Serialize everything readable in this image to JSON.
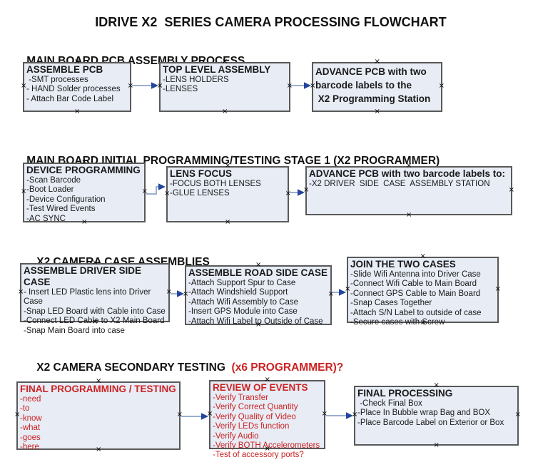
{
  "colors": {
    "red": "#cc2222",
    "box_fill": "#e7ecf5",
    "box_border": "#595959",
    "arrow_line": "#8ba2c9",
    "arrow_head": "#24459c"
  },
  "icons": {
    "anchor_x": "×",
    "flow_arrow": "right-arrow"
  },
  "title": "IDRIVE X2  SERIES CAMERA PROCESSING FLOWCHART",
  "sections": [
    {
      "header": "MAIN BOARD PCB ASSEMBLY PROCESS",
      "boxes": [
        {
          "title": "ASSEMBLE PCB",
          "items": [
            " -SMT processes",
            "- HAND Solder processes",
            "- Attach Bar Code Label"
          ]
        },
        {
          "title": "TOP LEVEL ASSEMBLY",
          "items": [
            "-LENS HOLDERS",
            "-LENSES"
          ]
        },
        {
          "title": "ADVANCE PCB with two\nbarcode labels to the\n X2 Programming Station",
          "items": []
        }
      ]
    },
    {
      "header": "MAIN BOARD INITIAL PROGRAMMING/TESTING STAGE 1 (X2 PROGRAMMER)",
      "boxes": [
        {
          "title": "DEVICE PROGRAMMING",
          "items": [
            "-Scan Barcode",
            "-Boot Loader",
            "-Device Configuration",
            "-Test Wired Events",
            "-AC SYNC"
          ]
        },
        {
          "title": "LENS FOCUS",
          "items": [
            "-FOCUS BOTH LENSES",
            "-GLUE LENSES"
          ]
        },
        {
          "title": "ADVANCE PCB with two barcode labels to:",
          "items": [
            "-X2 DRIVER  SIDE  CASE  ASSEMBLY STATION"
          ]
        }
      ]
    },
    {
      "header": "X2 CAMERA CASE ASSEMBLIES",
      "boxes": [
        {
          "title": "ASSEMBLE DRIVER SIDE CASE",
          "items": [
            "- Insert LED Plastic lens into Driver Case",
            "-Snap LED Board with Cable into Case",
            "-Connect LED Cable to X2 Main Board",
            "-Snap Main Board into case"
          ]
        },
        {
          "title": "ASSEMBLE ROAD SIDE CASE",
          "items": [
            "-Attach Support Spur to Case",
            "-Attach Windshield Support",
            "-Attach Wifi Assembly to Case",
            "-Insert GPS Module into Case",
            "-Attach Wifi Label to Outside of Case"
          ]
        },
        {
          "title": "JOIN THE TWO CASES",
          "items": [
            "-Slide Wifi Antenna into Driver Case",
            "-Connect Wifi Cable to Main Board",
            "-Connect GPS Cable to Main Board",
            "-Snap Cases Together",
            "-Attach S/N Label to outside of case",
            "-Secure cases with Screw"
          ]
        }
      ]
    },
    {
      "header": "X2 CAMERA SECONDARY TESTING ",
      "header_red": " (x6 PROGRAMMER)?",
      "boxes": [
        {
          "title": "FINAL PROGRAMMING / TESTING",
          "items": [
            "-need",
            "-to",
            "-know",
            "-what",
            "-goes",
            "-here"
          ]
        },
        {
          "title": "REVIEW OF EVENTS",
          "items": [
            "-Verify Transfer",
            "-Verify Correct Quantity",
            "-Verify Quality of Video",
            "-Verify LEDs function",
            "-Verify Audio",
            "-Verify BOTH Accelerometers",
            "-Test of accessory ports?"
          ]
        },
        {
          "title": "FINAL PROCESSING",
          "items": [
            " -Check Final Box",
            "-Place In Bubble wrap Bag and BOX",
            "-Place Barcode Label on Exterior or Box"
          ]
        }
      ]
    }
  ]
}
